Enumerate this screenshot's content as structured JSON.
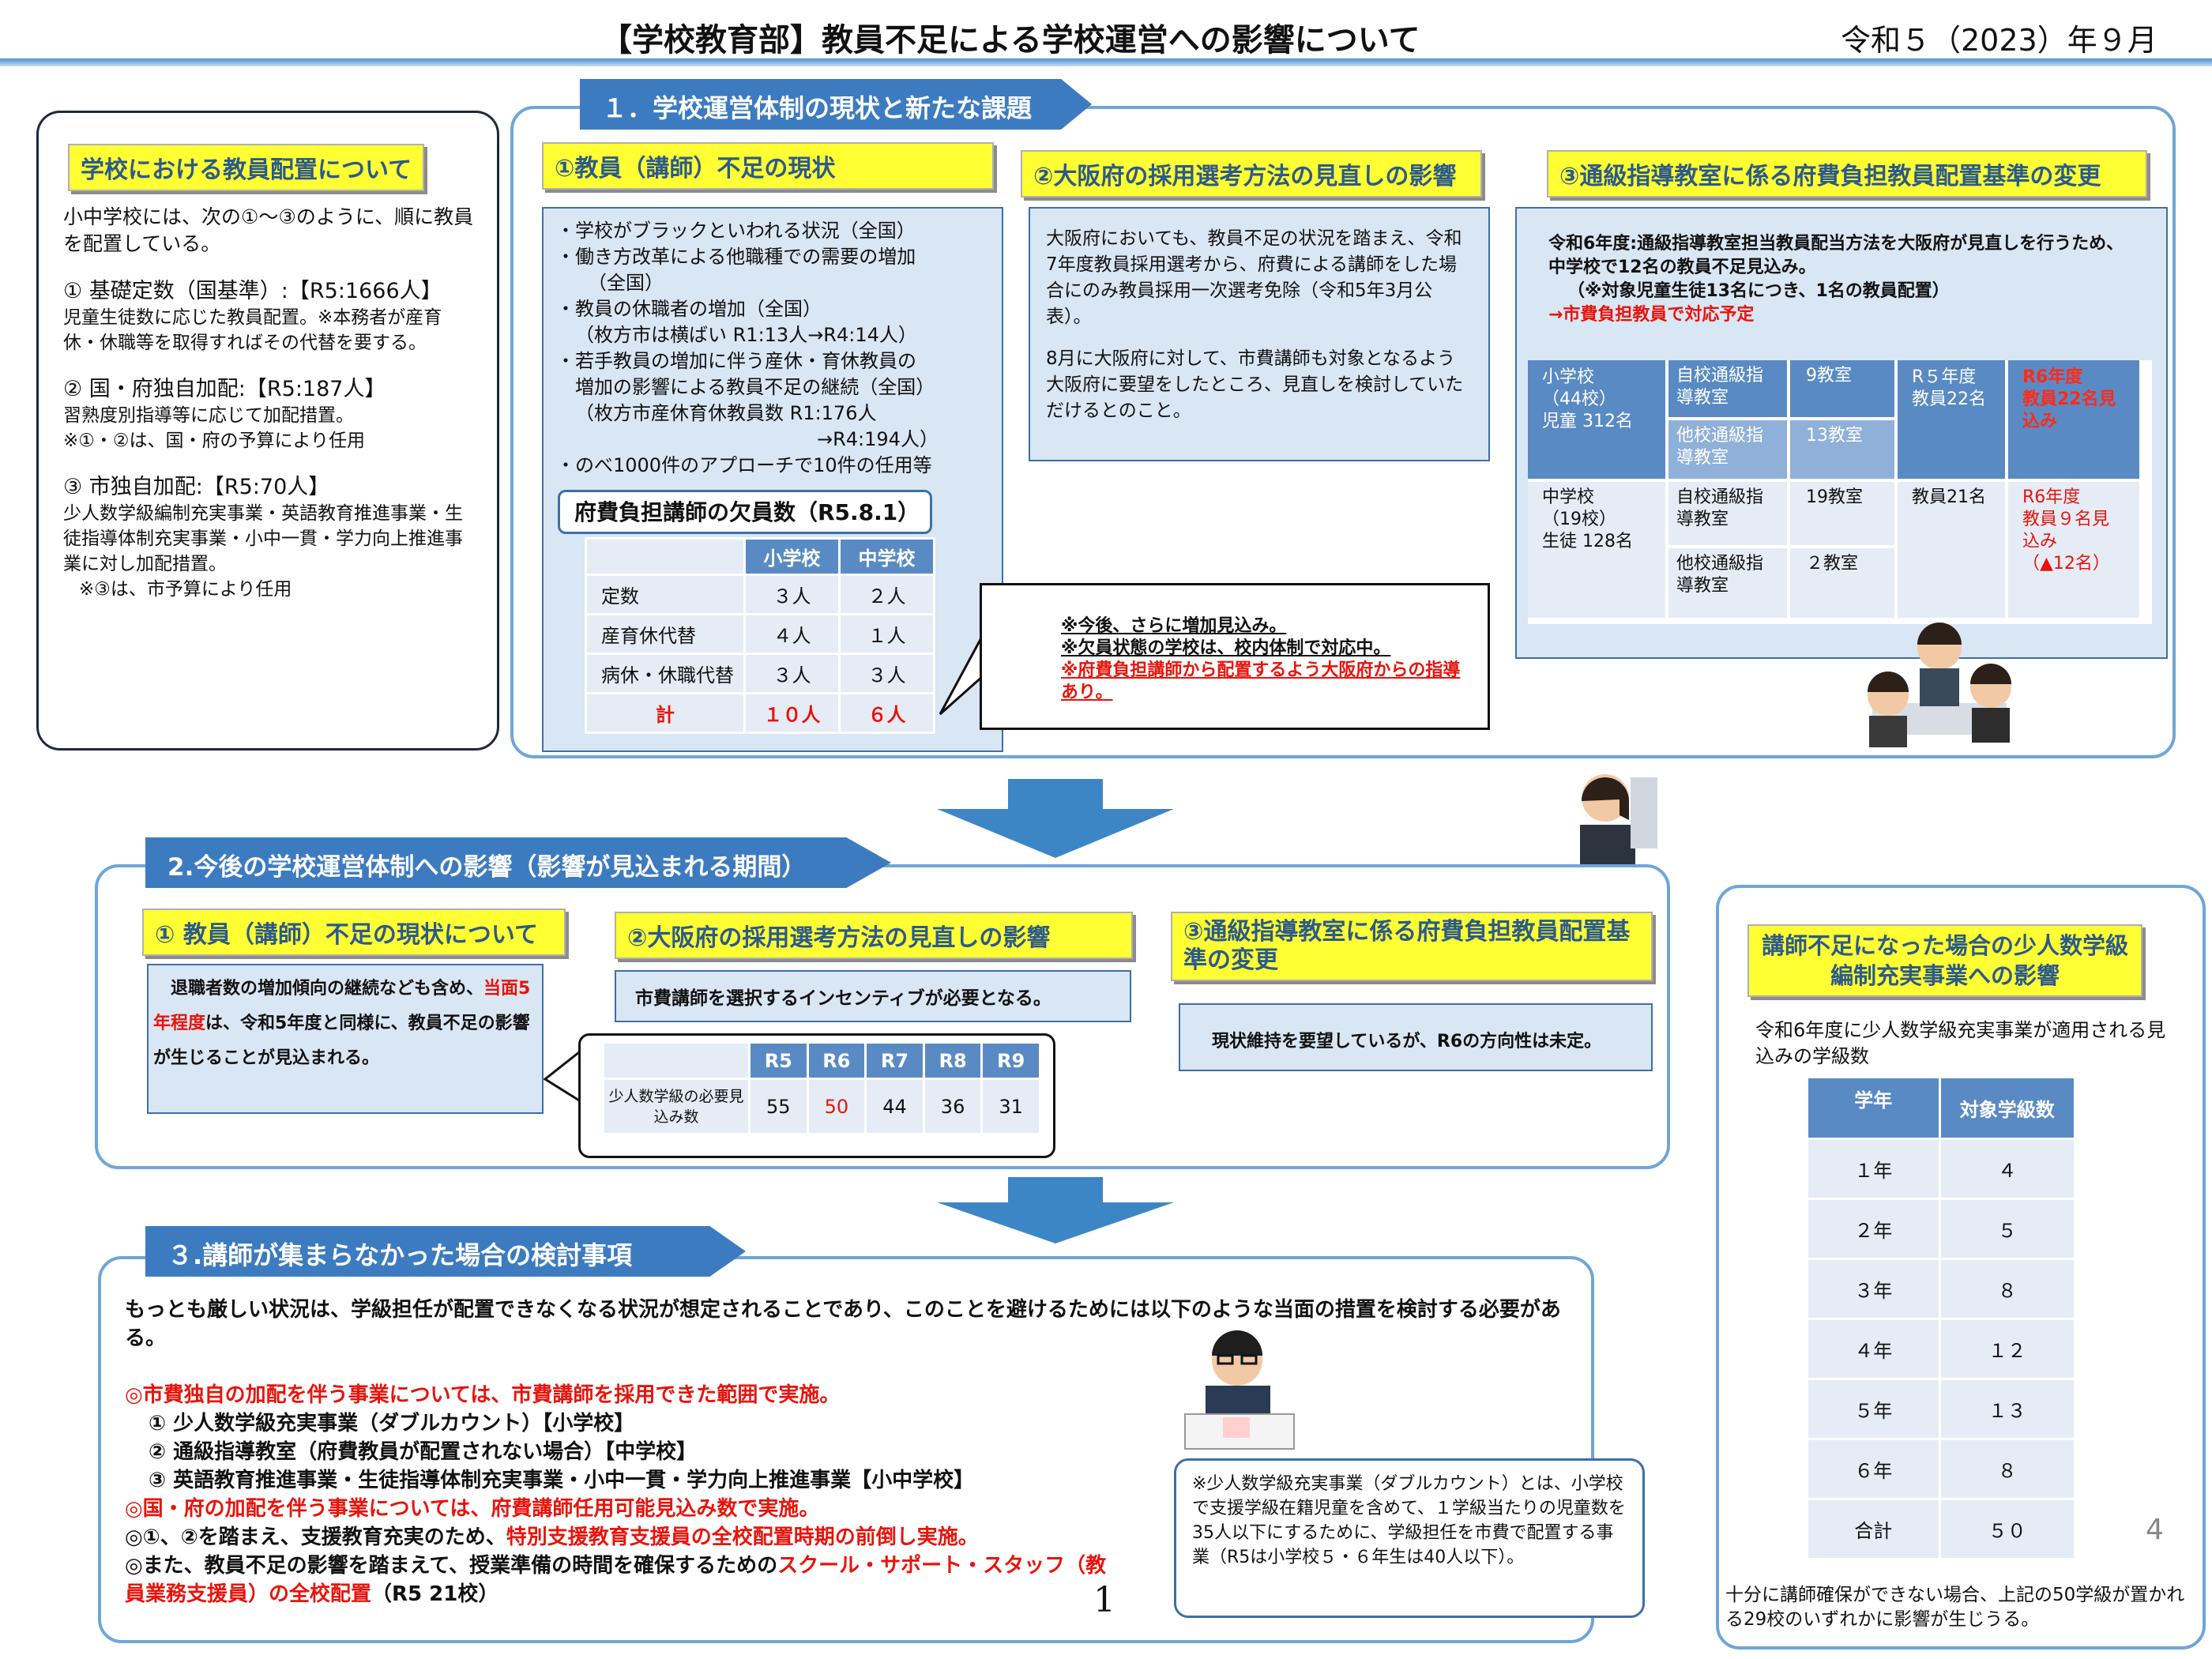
{
  "header": {
    "title": "【学校教育部】教員不足による学校運営への影響について",
    "date": "令和５（2023）年９月"
  },
  "left_panel": {
    "heading": "学校における教員配置について",
    "intro": "小中学校には、次の①～③のように、順に教員を配置している。",
    "item1_title": "① 基礎定数（国基準）:【R5:1666人】",
    "item1_text": "児童生徒数に応じた教員配置。※本務者が産育休・休職等を取得すればその代替を要する。",
    "item2_title": "② 国・府独自加配:【R5:187人】",
    "item2_text": "習熟度別指導等に応じて加配措置。",
    "item2_note": "※①・②は、国・府の予算により任用",
    "item3_title": "③ 市独自加配:【R5:70人】",
    "item3_text": "少人数学級編制充実事業・英語教育推進事業・生徒指導体制充実事業・小中一貫・学力向上推進事業に対し加配措置。",
    "item3_note": "※③は、市予算により任用"
  },
  "section1": {
    "band": "１．学校運営体制の現状と新たな課題",
    "sub1": {
      "heading": "①教員（講師）不足の現状",
      "lines": [
        "・学校がブラックといわれる状況（全国）",
        "・働き方改革による他職種での需要の増加",
        "（全国）",
        "・教員の休職者の増加（全国）",
        "（枚方市は横ばい R1:13人→R4:14人）",
        "・若手教員の増加に伴う産休・育休教員の",
        "増加の影響による教員不足の継続（全国）",
        "（枚方市産休育休教員数 R1:176人",
        "→R4:194人）",
        "・のべ1000件のアプローチで10件の任用等"
      ],
      "table_title": "府費負担講師の欠員数（R5.8.1）",
      "table_headers": [
        "",
        "小学校",
        "中学校"
      ],
      "table_rows": [
        [
          "定数",
          "３人",
          "２人"
        ],
        [
          "産育休代替",
          "４人",
          "１人"
        ],
        [
          "病休・休職代替",
          "３人",
          "３人"
        ]
      ],
      "table_total": [
        "計",
        "１０人",
        "６人"
      ],
      "callout_lines": [
        "※今後、さらに増加見込み。",
        "※欠員状態の学校は、校内体制で対応中。"
      ],
      "callout_red": "※府費負担講師から配置するよう大阪府からの指導あり。"
    },
    "sub2": {
      "heading": "②大阪府の採用選考方法の見直しの影響",
      "para1": "大阪府においても、教員不足の状況を踏まえ、令和7年度教員採用選考から、府費による講師をした場合にのみ教員採用一次選考免除（令和5年3月公表）。",
      "para2": "8月に大阪府に対して、市費講師も対象となるよう大阪府に要望をしたところ、見直しを検討していただけるとのこと。"
    },
    "sub3": {
      "heading": "③通級指導教室に係る府費負担教員配置基準の変更",
      "para1": "令和6年度:通級指導教室担当教員配当方法を大阪府が見直しを行うため、中学校で12名の教員不足見込み。",
      "para1b": "（※対象児童生徒13名につき、1名の教員配置）",
      "para_red": "→市費負担教員で対応予定",
      "tbl": {
        "es_label": "小学校\n（44校）\n児童 312名",
        "es_own": "自校通級指導教室",
        "es_own_n": "9教室",
        "es_other": "他校通級指導教室",
        "es_other_n": "13教室",
        "r5_h": "R５年度\n教員22名",
        "r6_h": "R6年度\n教員22名見込み",
        "js_label": "中学校\n（19校）\n生徒 128名",
        "js_own": "自校通級指導教室",
        "js_own_n": "19教室",
        "js_other": "他校通級指導教室",
        "js_other_n": "２教室",
        "r5_j": "教員21名",
        "r6_j": "R6年度\n教員９名見込み",
        "r6_j_delta": "（▲12名）"
      }
    }
  },
  "section2": {
    "band": "2.今後の学校運営体制への影響（影響が見込まれる期間）",
    "sub1_heading": "① 教員（講師）不足の現状について",
    "sub1_text_a": "退職者数の増加傾向の継続なども含め、",
    "sub1_text_red": "当面5年程度",
    "sub1_text_b": "は、令和5年度と同様に、教員不足の影響が生じることが見込まれる。",
    "sub2_heading": "②大阪府の採用選考方法の見直しの影響",
    "sub2_text": "市費講師を選択するインセンティブが必要となる。",
    "sub3_heading": "③通級指導教室に係る府費負担教員配置基準の変更",
    "sub3_text": "現状維持を要望しているが、R6の方向性は未定。",
    "years": [
      "R5",
      "R6",
      "R7",
      "R8",
      "R9"
    ],
    "row_label": "少人数学級の必要見込み数",
    "values": [
      "55",
      "50",
      "44",
      "36",
      "31"
    ]
  },
  "section3": {
    "band": "３.講師が集まらなかった場合の検討事項",
    "intro": "もっとも厳しい状況は、学級担任が配置できなくなる状況が想定されることであり、このことを避けるためには以下のような当面の措置を検討する必要がある。",
    "b1_red": "◎市費独自の加配を伴う事業については、市費講師を採用できた範囲で実施。",
    "b1_1": "① 少人数学級充実事業（ダブルカウント）【小学校】",
    "b1_2": "② 通級指導教室（府費教員が配置されない場合）【中学校】",
    "b1_3": "③ 英語教育推進事業・生徒指導体制充実事業・小中一貫・学力向上推進事業【小中学校】",
    "b2_red": "◎国・府の加配を伴う事業については、府費講師任用可能見込み数で実施。",
    "b3_a": "◎①、②を踏まえ、支援教育充実のため、",
    "b3_red": "特別支援教育支援員の全校配置時期の前倒し実施。",
    "b4_a": "◎また、教員不足の影響を踏まえて、授業準備の時間を確保するための",
    "b4_red": "スクール・サポート・スタッフ（教員業務支援員）の全校配置",
    "b4_b": "（R5 21校）",
    "page_num": "1",
    "note": "※少人数学級充実事業（ダブルカウント）とは、小学校で支援学級在籍児童を含めて、１学級当たりの児童数を35人以下にするために、学級担任を市費で配置する事業（R5は小学校５・６年生は40人以下）。"
  },
  "right_panel": {
    "heading": "講師不足になった場合の少人数学級編制充実事業への影響",
    "intro": "令和6年度に少人数学級充実事業が適用される見込みの学級数",
    "col1": "学年",
    "col2": "対象学級数",
    "rows": [
      [
        "１年",
        "４"
      ],
      [
        "２年",
        "５"
      ],
      [
        "３年",
        "８"
      ],
      [
        "４年",
        "１２"
      ],
      [
        "５年",
        "１３"
      ],
      [
        "６年",
        "８"
      ]
    ],
    "total": [
      "合計",
      "５０"
    ],
    "page_num": "4",
    "footer": "十分に講師確保ができない場合、上記の50学級が置かれる29校のいずれかに影響が生じうる。"
  }
}
